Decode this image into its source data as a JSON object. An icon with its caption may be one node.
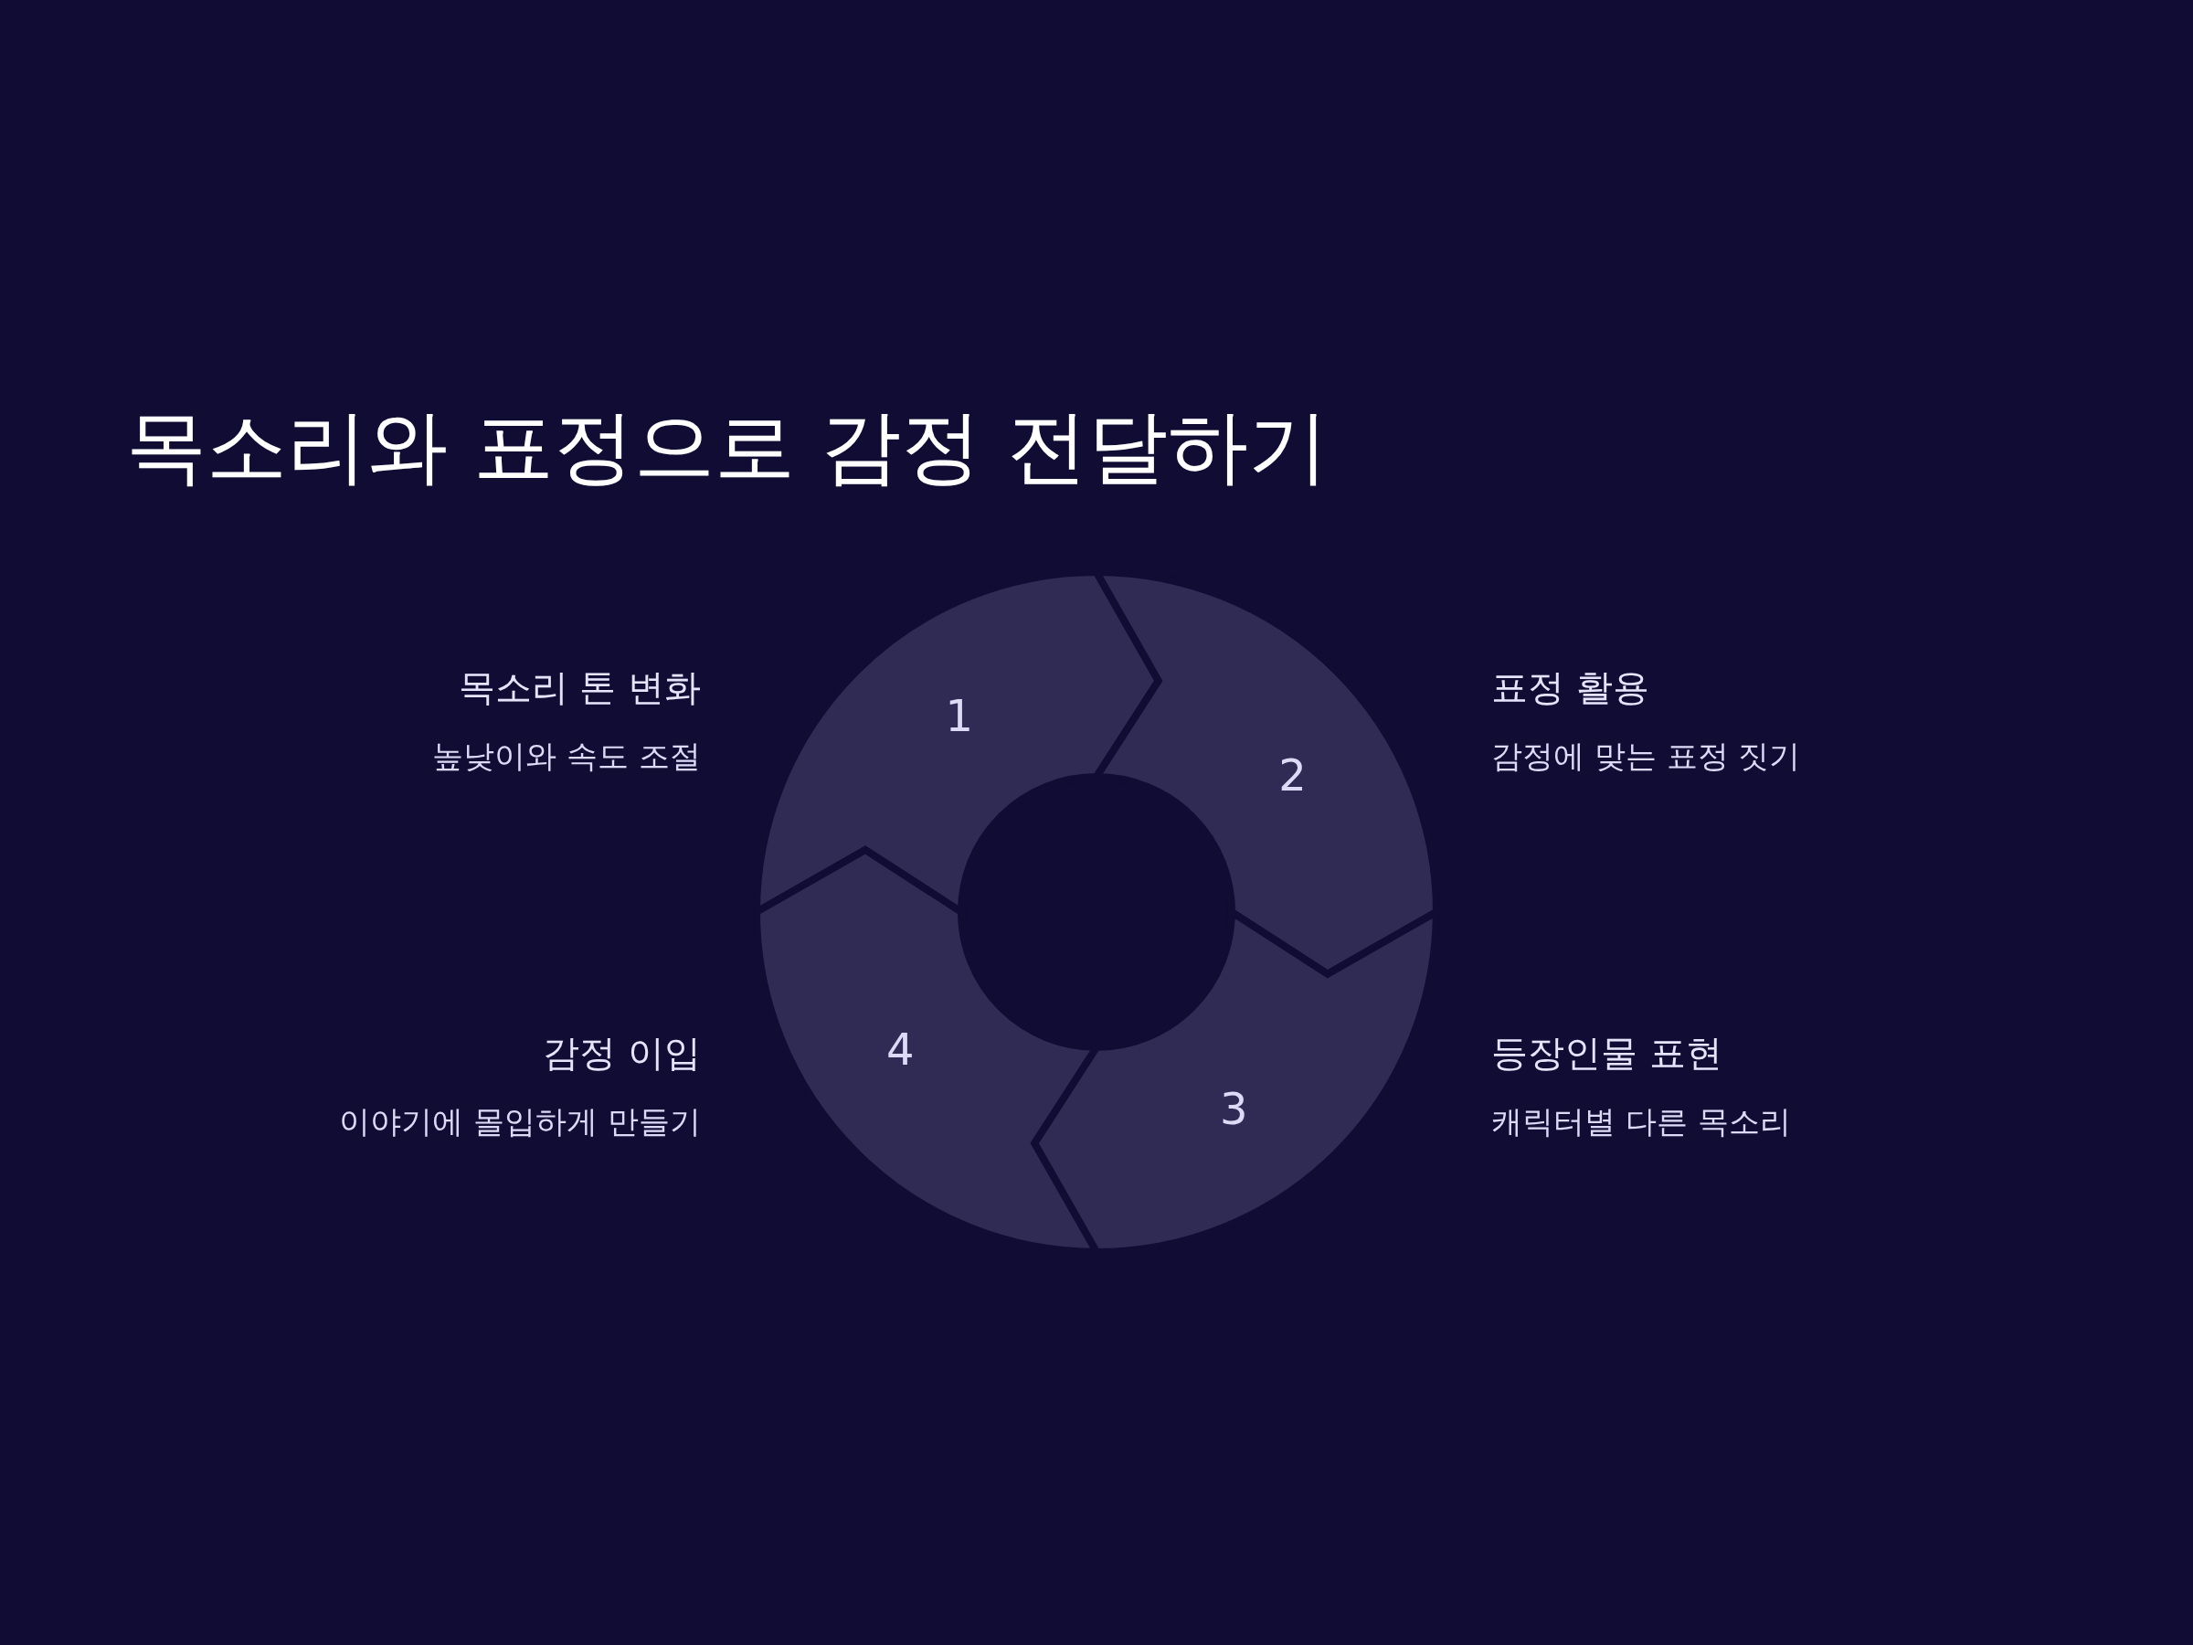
{
  "diagram": {
    "title": "목소리와 표정으로 감정 전달하기",
    "nodes": [
      {
        "text": [
          "1"
        ],
        "beside": [
          "목소리 톤 변화",
          "높낮이와 속도 조절"
        ]
      },
      {
        "text": [
          "2"
        ],
        "beside": [
          "표정 활용",
          "감정에 맞는 표정 짓기"
        ]
      },
      {
        "text": [
          "3"
        ],
        "beside": [
          "등장인물 표현",
          "캐릭터별 다른 목소리"
        ]
      },
      {
        "text": [
          "4"
        ],
        "beside": [
          "감정 이입",
          "이야기에 몰입하게 만들기"
        ]
      }
    ]
  }
}
